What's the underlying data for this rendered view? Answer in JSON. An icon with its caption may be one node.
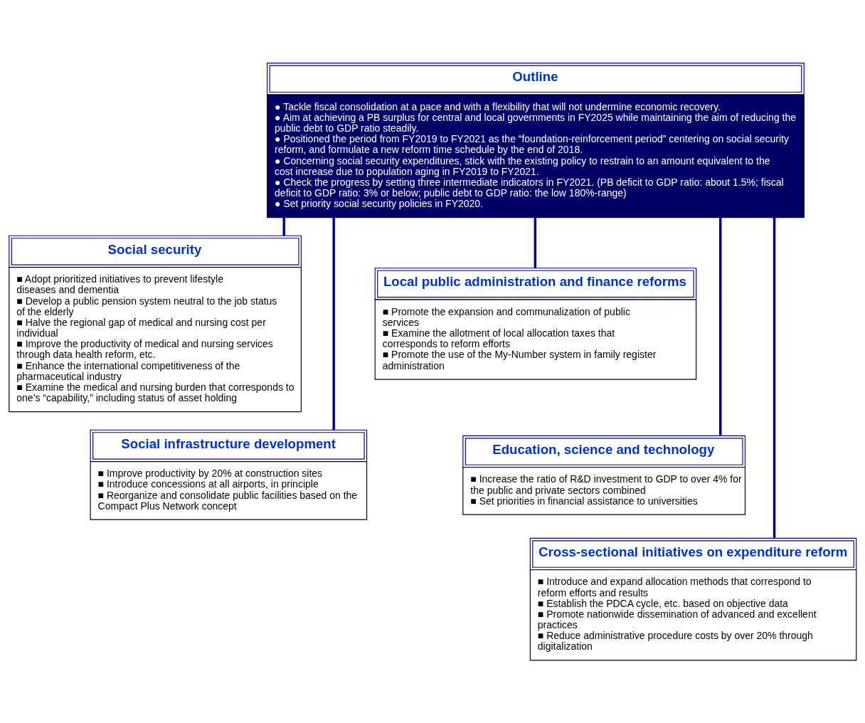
{
  "diagram": {
    "nodes": [
      {
        "text": [
          "Outline",
          "● Tackle fiscal consolidation at a pace and with a flexibility that will not undermine economic recovery.",
          "● Aim at achieving a PB surplus for central and local governments in FY2025 while maintaining the aim of reducing the public debt to GDP ratio steadily.",
          "● Positioned the period from FY2019 to FY2021 as the “foundation-reinforcement period” centering on social security reform, and formulate a new reform time schedule by the end of 2018.",
          "● Concerning social security expenditures, stick with the existing policy to restrain to an amount equivalent to the cost increase due to population aging in FY2019 to FY2021.",
          "● Check the progress by setting three intermediate indicators in FY2021. (PB deficit to GDP ratio: about 1.5%; fiscal deficit to GDP ratio: 3% or below; public debt to GDP ratio: the low 180%-range)",
          "● Set priority social security policies in FY2020."
        ]
      },
      {
        "text": [
          "Social security",
          "■ Adopt prioritized initiatives to prevent lifestyle diseases and dementia",
          "■ Develop a public pension system neutral to the job status of the elderly",
          "■ Halve the regional gap of medical and nursing cost per individual",
          "■ Improve the productivity of medical and nursing services through data health reform, etc.",
          "■ Enhance the international competitiveness of the pharmaceutical industry",
          "■ Examine the medical and nursing burden that corresponds to one’s “capability,” including status of asset holding"
        ]
      },
      {
        "text": [
          "Social infrastructure development",
          "■ Improve productivity by 20% at construction sites",
          "■ Introduce concessions at all airports, in principle",
          "■ Reorganize and consolidate public facilities based on the Compact Plus Network concept"
        ]
      },
      {
        "text": [
          "Local public administration and finance reforms",
          "■ Promote the expansion and communalization of public services",
          "■ Examine the allotment of local allocation taxes that corresponds to reform efforts",
          "■ Promote the use of the My-Number system in family register administration"
        ]
      },
      {
        "text": [
          "Education, science and technology",
          "■ Increase the ratio of R&D investment to GDP to over 4% for the public and private sectors combined",
          "■ Set priorities in financial assistance to universities"
        ]
      },
      {
        "text": [
          "Cross-sectional initiatives on expenditure reform",
          "■ Introduce and expand allocation methods that correspond to reform efforts and results",
          "■ Establish the PDCA cycle, etc. based on objective data",
          "■ Promote nationwide dissemination of advanced and excellent practices",
          "■ Reduce administrative procedure costs by over 20% through digitalization"
        ]
      }
    ],
    "edges": [
      {
        "from": 0,
        "to": 1,
        "arrow": "none"
      },
      {
        "from": 0,
        "to": 2,
        "arrow": "none"
      },
      {
        "from": 0,
        "to": 3,
        "arrow": "none"
      },
      {
        "from": 0,
        "to": 4,
        "arrow": "none"
      },
      {
        "from": 0,
        "to": 5,
        "arrow": "none"
      }
    ]
  }
}
